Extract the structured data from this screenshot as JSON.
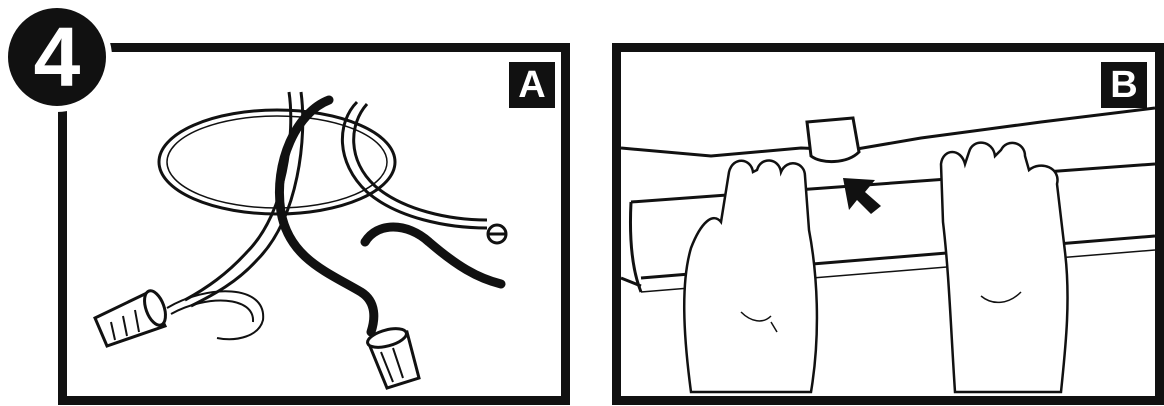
{
  "step": {
    "number": "4"
  },
  "panels": [
    {
      "label": "A"
    },
    {
      "label": "B"
    }
  ]
}
